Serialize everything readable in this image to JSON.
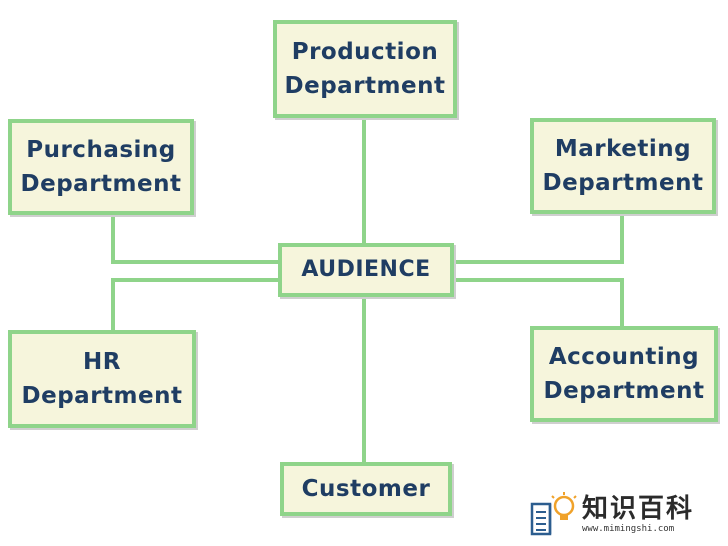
{
  "diagram": {
    "center": {
      "id": "audience",
      "label": "AUDIENCE"
    },
    "nodes": {
      "production": {
        "lines": [
          "Production",
          "Department"
        ]
      },
      "purchasing": {
        "lines": [
          "Purchasing",
          "Department"
        ]
      },
      "marketing": {
        "lines": [
          "Marketing",
          "Department"
        ]
      },
      "hr": {
        "lines": [
          "HR",
          "Department"
        ]
      },
      "accounting": {
        "lines": [
          "Accounting",
          "Department"
        ]
      },
      "customer": {
        "lines": [
          "Customer"
        ]
      }
    },
    "edges": [
      [
        "audience",
        "production"
      ],
      [
        "audience",
        "purchasing"
      ],
      [
        "audience",
        "marketing"
      ],
      [
        "audience",
        "hr"
      ],
      [
        "audience",
        "accounting"
      ],
      [
        "audience",
        "customer"
      ]
    ]
  },
  "watermark": {
    "brand": "知识百科",
    "site": "www.mimingshi.com",
    "icon": "book-lightbulb-icon"
  },
  "colors": {
    "box_fill": "#f6f5dc",
    "box_border": "#8fd48a",
    "connector": "#8fd48a",
    "text": "#1f3d63"
  }
}
